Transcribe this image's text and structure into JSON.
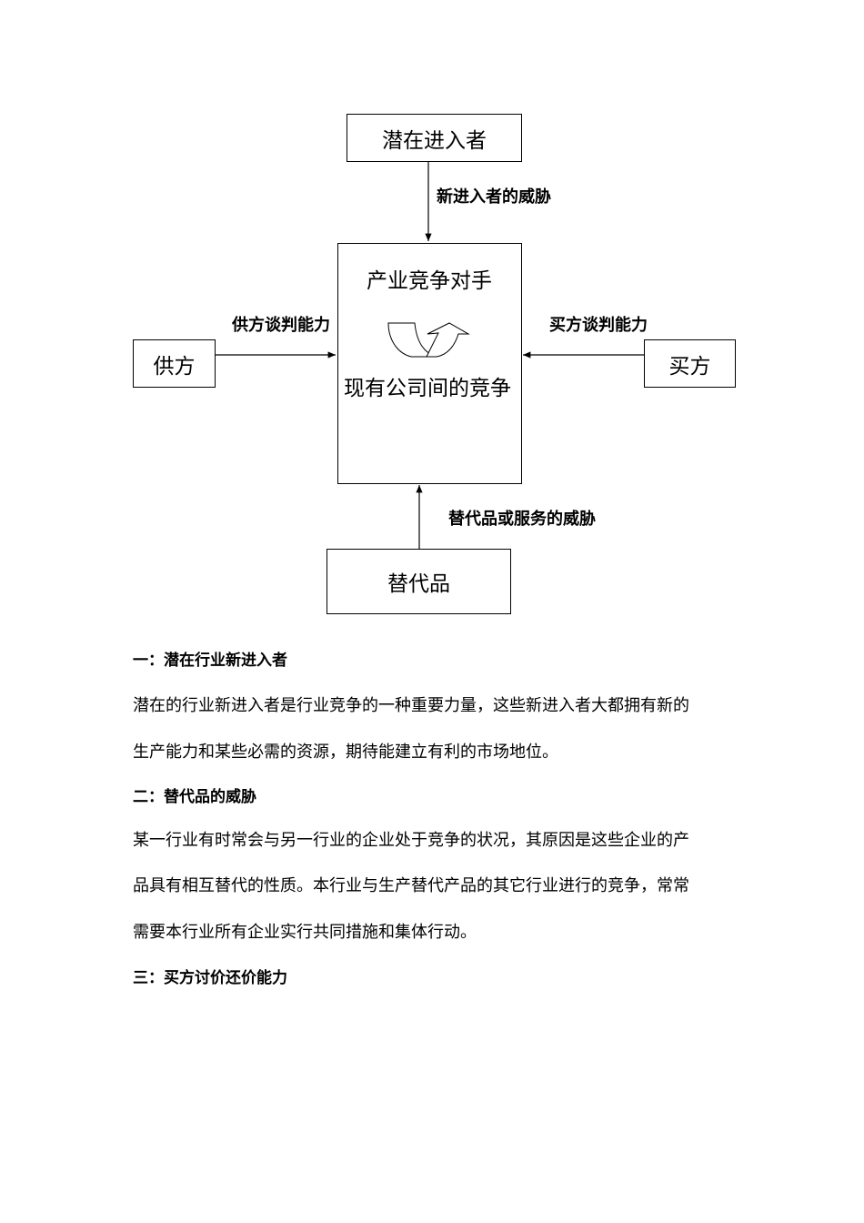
{
  "diagram": {
    "top_box": "潜在进入者",
    "top_arrow_label": "新进入者的威胁",
    "center_title": "产业竞争对手",
    "center_subtitle": "现有公司间的竞争",
    "left_box": "供方",
    "left_arrow_label": "供方谈判能力",
    "right_box": "买方",
    "right_arrow_label": "买方谈判能力",
    "bottom_box": "替代品",
    "bottom_arrow_label": "替代品或服务的威胁"
  },
  "sections": [
    {
      "heading": "一：潜在行业新进入者",
      "lines": [
        "潜在的行业新进入者是行业竞争的一种重要力量，这些新进入者大都拥有新的",
        "生产能力和某些必需的资源，期待能建立有利的市场地位。"
      ]
    },
    {
      "heading": "二：替代品的威胁",
      "lines": [
        "某一行业有时常会与另一行业的企业处于竞争的状况，其原因是这些企业的产",
        "品具有相互替代的性质。本行业与生产替代产品的其它行业进行的竞争，常常",
        "需要本行业所有企业实行共同措施和集体行动。"
      ]
    },
    {
      "heading": "三：买方讨价还价能力",
      "lines": []
    }
  ]
}
